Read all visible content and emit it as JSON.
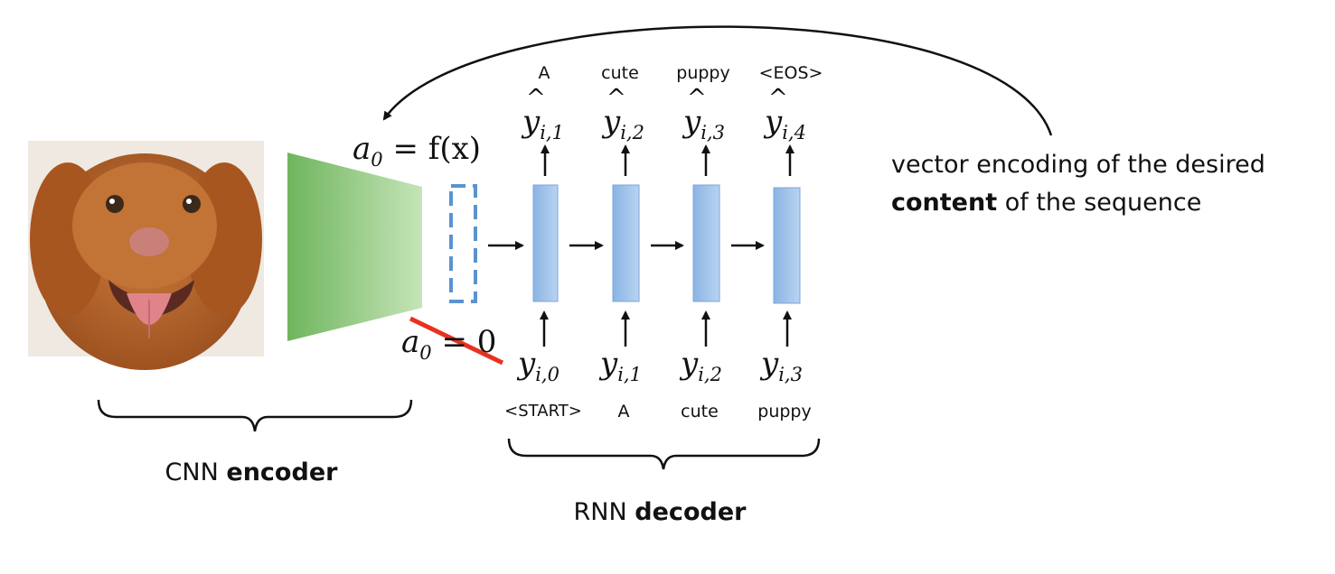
{
  "output_words": [
    "A",
    "cute",
    "puppy",
    "<EOS>"
  ],
  "output_symbols": [
    "y",
    "y",
    "y",
    "y"
  ],
  "output_subscripts": [
    "i,1",
    "i,2",
    "i,3",
    "i,4"
  ],
  "input_words": [
    "<START>",
    "A",
    "cute",
    "puppy"
  ],
  "input_symbols": [
    "y",
    "y",
    "y",
    "y"
  ],
  "input_subscripts": [
    "i,0",
    "i,1",
    "i,2",
    "i,3"
  ],
  "a0_init": {
    "symbol": "a",
    "sub": "0",
    "rest": " = f(x)"
  },
  "a0_zero": {
    "symbol": "a",
    "sub": "0",
    "rest": " = 0"
  },
  "encoder_label": {
    "plain": "CNN ",
    "bold": "encoder"
  },
  "decoder_label": {
    "plain": "RNN ",
    "bold": "decoder"
  },
  "note": {
    "line1": "vector encoding of the desired",
    "line2_bold": "content",
    "line2_rest": " of the sequence"
  },
  "colors": {
    "encoder_green": "#7cc06b",
    "rnn_blue": "#8fb8e6",
    "dashed_blue": "#5a93cf",
    "strike_red": "#e8321f",
    "dog_fur": "#b5652a"
  }
}
